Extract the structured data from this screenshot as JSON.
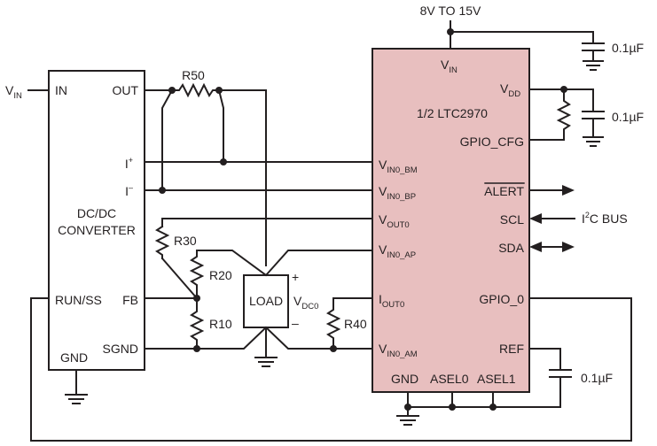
{
  "supply": {
    "label": "8V TO 15V"
  },
  "capacitors": {
    "vin_cap": "0.1µF",
    "vdd_cap": "0.1µF",
    "ref_cap": "0.1µF"
  },
  "converter": {
    "title_line1": "DC/DC",
    "title_line2": "CONVERTER",
    "pins": {
      "in": "IN",
      "out": "OUT",
      "iplus": "I",
      "iplus_sup": "+",
      "iminus": "I",
      "iminus_sup": "–",
      "runss": "RUN/SS",
      "fb": "FB",
      "gnd": "GND",
      "sgnd": "SGND"
    }
  },
  "vin_input": {
    "main": "V",
    "sub": "IN"
  },
  "resistors": {
    "r50": "R50",
    "r30": "R30",
    "r20": "R20",
    "r10": "R10",
    "r40": "R40"
  },
  "load": {
    "label": "LOAD",
    "plus": "+",
    "minus": "–",
    "v_main": "V",
    "v_sub": "DC0"
  },
  "chip": {
    "title": "1/2 LTC2970",
    "pins": {
      "vin_main": "V",
      "vin_sub": "IN",
      "vdd_main": "V",
      "vdd_sub": "DD",
      "gpio_cfg": "GPIO_CFG",
      "vin0_bm_main": "V",
      "vin0_bm_sub": "IN0_BM",
      "vin0_bp_main": "V",
      "vin0_bp_sub": "IN0_BP",
      "vout0_main": "V",
      "vout0_sub": "OUT0",
      "vin0_ap_main": "V",
      "vin0_ap_sub": "IN0_AP",
      "iout0_main": "I",
      "iout0_sub": "OUT0",
      "vin0_am_main": "V",
      "vin0_am_sub": "IN0_AM",
      "alert": "ALERT",
      "scl": "SCL",
      "sda": "SDA",
      "gpio0": "GPIO_0",
      "ref": "REF",
      "gnd": "GND",
      "asel0": "ASEL0",
      "asel1": "ASEL1"
    }
  },
  "i2c": {
    "main": "I",
    "sup": "2",
    "rest": "C BUS"
  }
}
